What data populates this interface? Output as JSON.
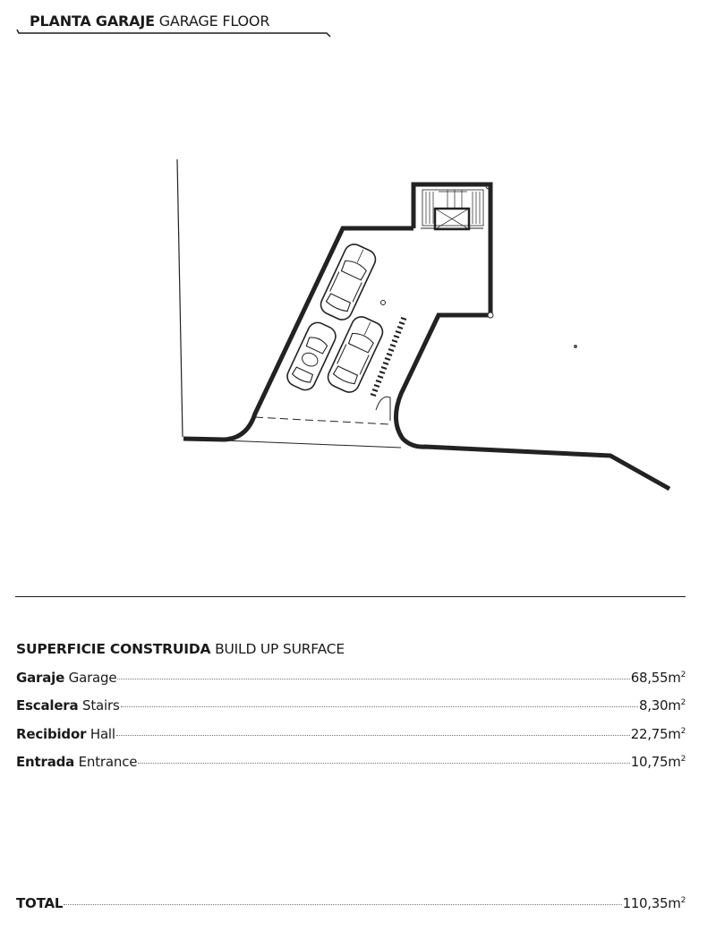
{
  "header": {
    "title_bold": "PLANTA GARAJE",
    "title_light": "GARAGE FLOOR"
  },
  "surface": {
    "title_bold": "SUPERFICIE CONSTRUIDA",
    "title_light": "BUILD UP SURFACE",
    "rows": [
      {
        "label_bold": "Garaje",
        "label_light": "Garage",
        "value": "68,55",
        "unit": "m",
        "exp": "2"
      },
      {
        "label_bold": "Escalera",
        "label_light": "Stairs",
        "value": "8,30",
        "unit": "m",
        "exp": "2"
      },
      {
        "label_bold": "Recibidor",
        "label_light": "Hall",
        "value": "22,75",
        "unit": "m",
        "exp": "2"
      },
      {
        "label_bold": "Entrada",
        "label_light": "Entrance",
        "value": "10,75",
        "unit": "m",
        "exp": "2"
      }
    ],
    "total": {
      "label_bold": "TOTAL",
      "value": "110,35",
      "unit": "m",
      "exp": "2"
    }
  },
  "colors": {
    "ink": "#1a1a1a",
    "wall": "#222222",
    "background": "#ffffff"
  }
}
